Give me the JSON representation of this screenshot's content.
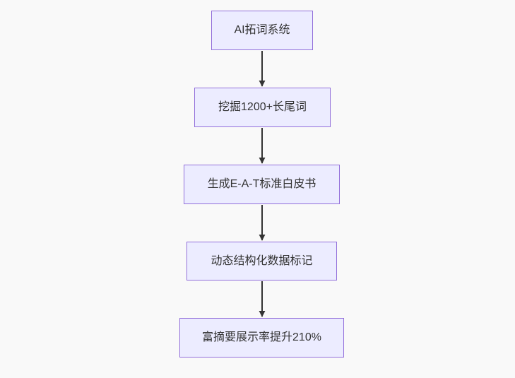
{
  "diagram": {
    "type": "flowchart",
    "direction": "top-down",
    "nodes": [
      {
        "id": "n1",
        "label": "AI拓词系统"
      },
      {
        "id": "n2",
        "label": "挖掘1200+长尾词"
      },
      {
        "id": "n3",
        "label": "生成E-A-T标准白皮书"
      },
      {
        "id": "n4",
        "label": "动态结构化数据标记"
      },
      {
        "id": "n5",
        "label": "富摘要展示率提升210%"
      }
    ],
    "edges": [
      {
        "from": "n1",
        "to": "n2"
      },
      {
        "from": "n2",
        "to": "n3"
      },
      {
        "from": "n3",
        "to": "n4"
      },
      {
        "from": "n4",
        "to": "n5"
      }
    ],
    "colors": {
      "node_fill": "#ECECFF",
      "node_border": "#9370DB",
      "edge_line": "#333333",
      "text": "#333333",
      "background": "#f9f9f9"
    }
  }
}
